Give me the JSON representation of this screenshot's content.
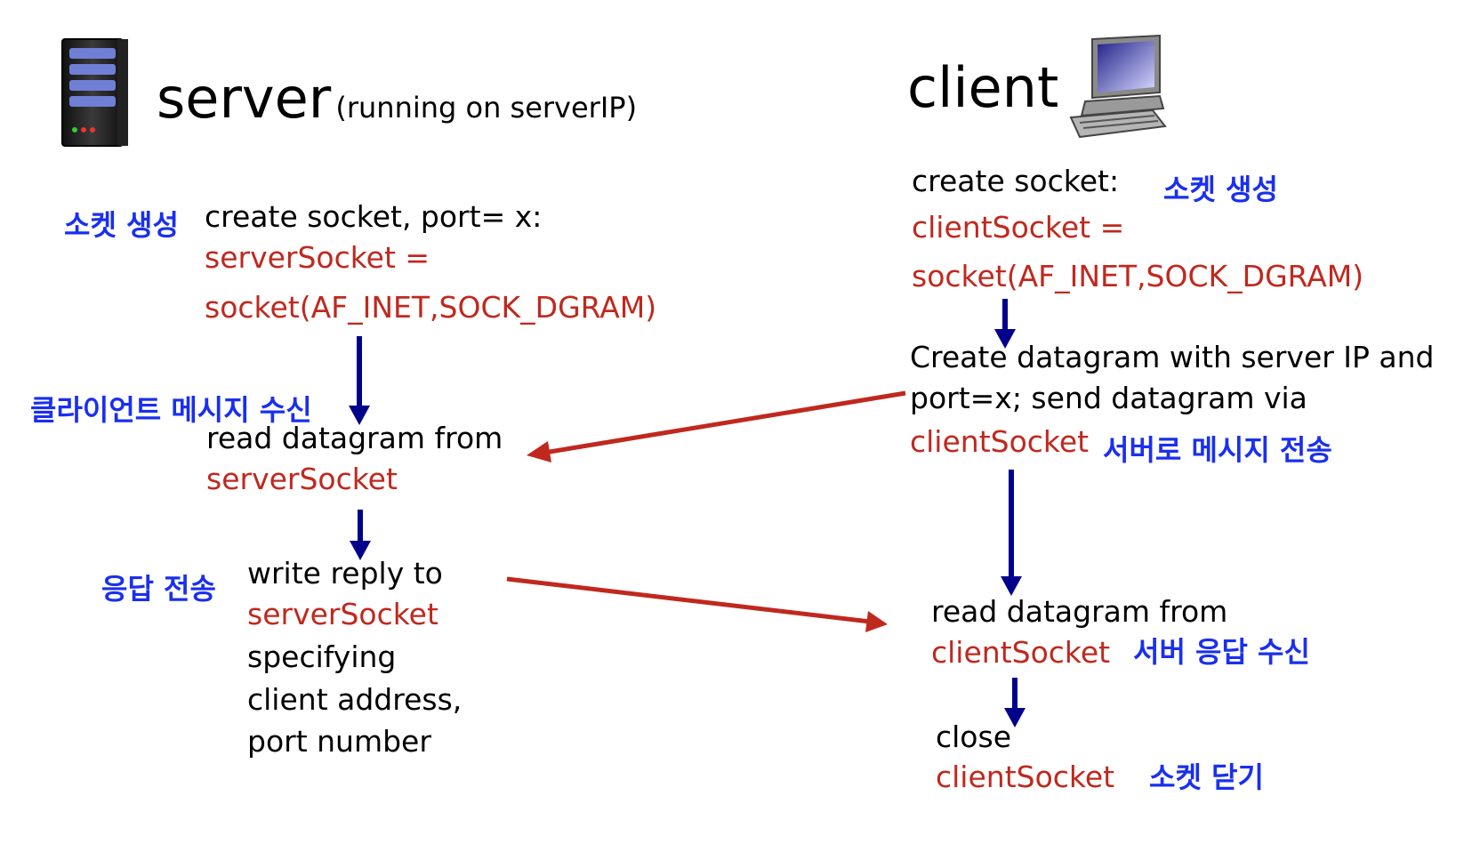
{
  "server": {
    "title": "server",
    "subtitle": "(running on serverIP)",
    "icon": "server-tower-icon",
    "step1": {
      "kr": "소켓 생성",
      "label": "create socket, port= x:",
      "code1": "serverSocket =",
      "code2": "socket(AF_INET,SOCK_DGRAM)"
    },
    "step2": {
      "kr": "클라이언트 메시지 수신",
      "label": "read datagram from",
      "code": "serverSocket"
    },
    "step3": {
      "kr": "응답 전송",
      "label": "write reply to",
      "code": "serverSocket",
      "line3": "specifying",
      "line4": "client address,",
      "line5": "port number"
    }
  },
  "client": {
    "title": "client",
    "icon": "desktop-computer-icon",
    "step1": {
      "label": "create socket:",
      "kr": "소켓 생성",
      "code1": "clientSocket =",
      "code2": "socket(AF_INET,SOCK_DGRAM)"
    },
    "step2": {
      "line1": "Create datagram with server IP and",
      "line2": "port=x; send datagram via",
      "code": "clientSocket",
      "kr": "서버로 메시지 전송"
    },
    "step3": {
      "label": "read datagram from",
      "code": "clientSocket",
      "kr": "서버 응답 수신"
    },
    "step4": {
      "label": "close",
      "code": "clientSocket",
      "kr": "소켓 닫기"
    }
  },
  "colors": {
    "code": "#c0281e",
    "korean": "#1a2ff0",
    "flow_arrow": "#00008b",
    "message_arrow": "#c0281e"
  }
}
